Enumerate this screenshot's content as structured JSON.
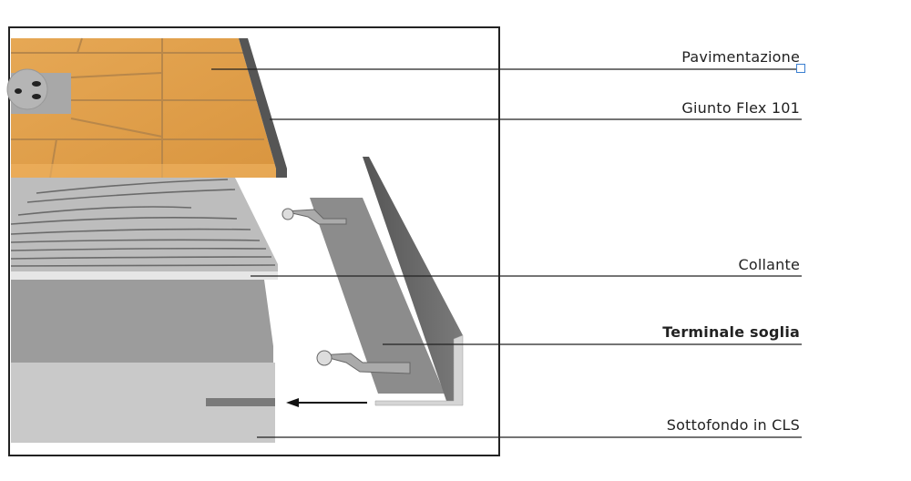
{
  "labels": {
    "pavimentazione": "Pavimentazione",
    "giunto": "Giunto Flex 101",
    "collante": "Collante",
    "terminale": "Terminale soglia",
    "sottofondo": "Sottofondo in CLS"
  },
  "colors": {
    "tile": "#e0a04e",
    "grout": "#b8874a",
    "joint": "#555555",
    "adhesive": "#bdbdbd",
    "concrete": "#9a9a9a",
    "concrete_light": "#c8c8c8",
    "selection": "#3b7fd0"
  }
}
